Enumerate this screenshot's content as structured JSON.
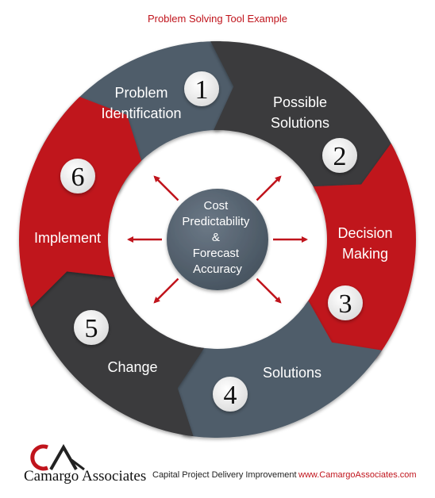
{
  "title": "Problem Solving Tool Example",
  "center": {
    "lines": [
      "Cost",
      "Predictability",
      "&",
      "Forecast",
      "Accuracy"
    ]
  },
  "steps": [
    {
      "number": "1",
      "lines": [
        "Problem",
        "Identification"
      ],
      "color": "#4f5d6a"
    },
    {
      "number": "2",
      "lines": [
        "Possible",
        "Solutions"
      ],
      "color": "#3a3a3c"
    },
    {
      "number": "3",
      "lines": [
        "Decision",
        "Making"
      ],
      "color": "#c0141c"
    },
    {
      "number": "4",
      "lines": [
        "Solutions"
      ],
      "color": "#4f5d6a"
    },
    {
      "number": "5",
      "lines": [
        "Change"
      ],
      "color": "#3a3a3c"
    },
    {
      "number": "6",
      "lines": [
        "Implement"
      ],
      "color": "#c0141c"
    }
  ],
  "footer": {
    "logo_mark": "CA",
    "logo_name": "Camargo Associates",
    "tagline": "Capital Project Delivery Improvement",
    "website": "www.CamargoAssociates.com"
  },
  "colors": {
    "accent_red": "#c0141c",
    "slate": "#4f5d6a",
    "charcoal": "#3a3a3c"
  }
}
